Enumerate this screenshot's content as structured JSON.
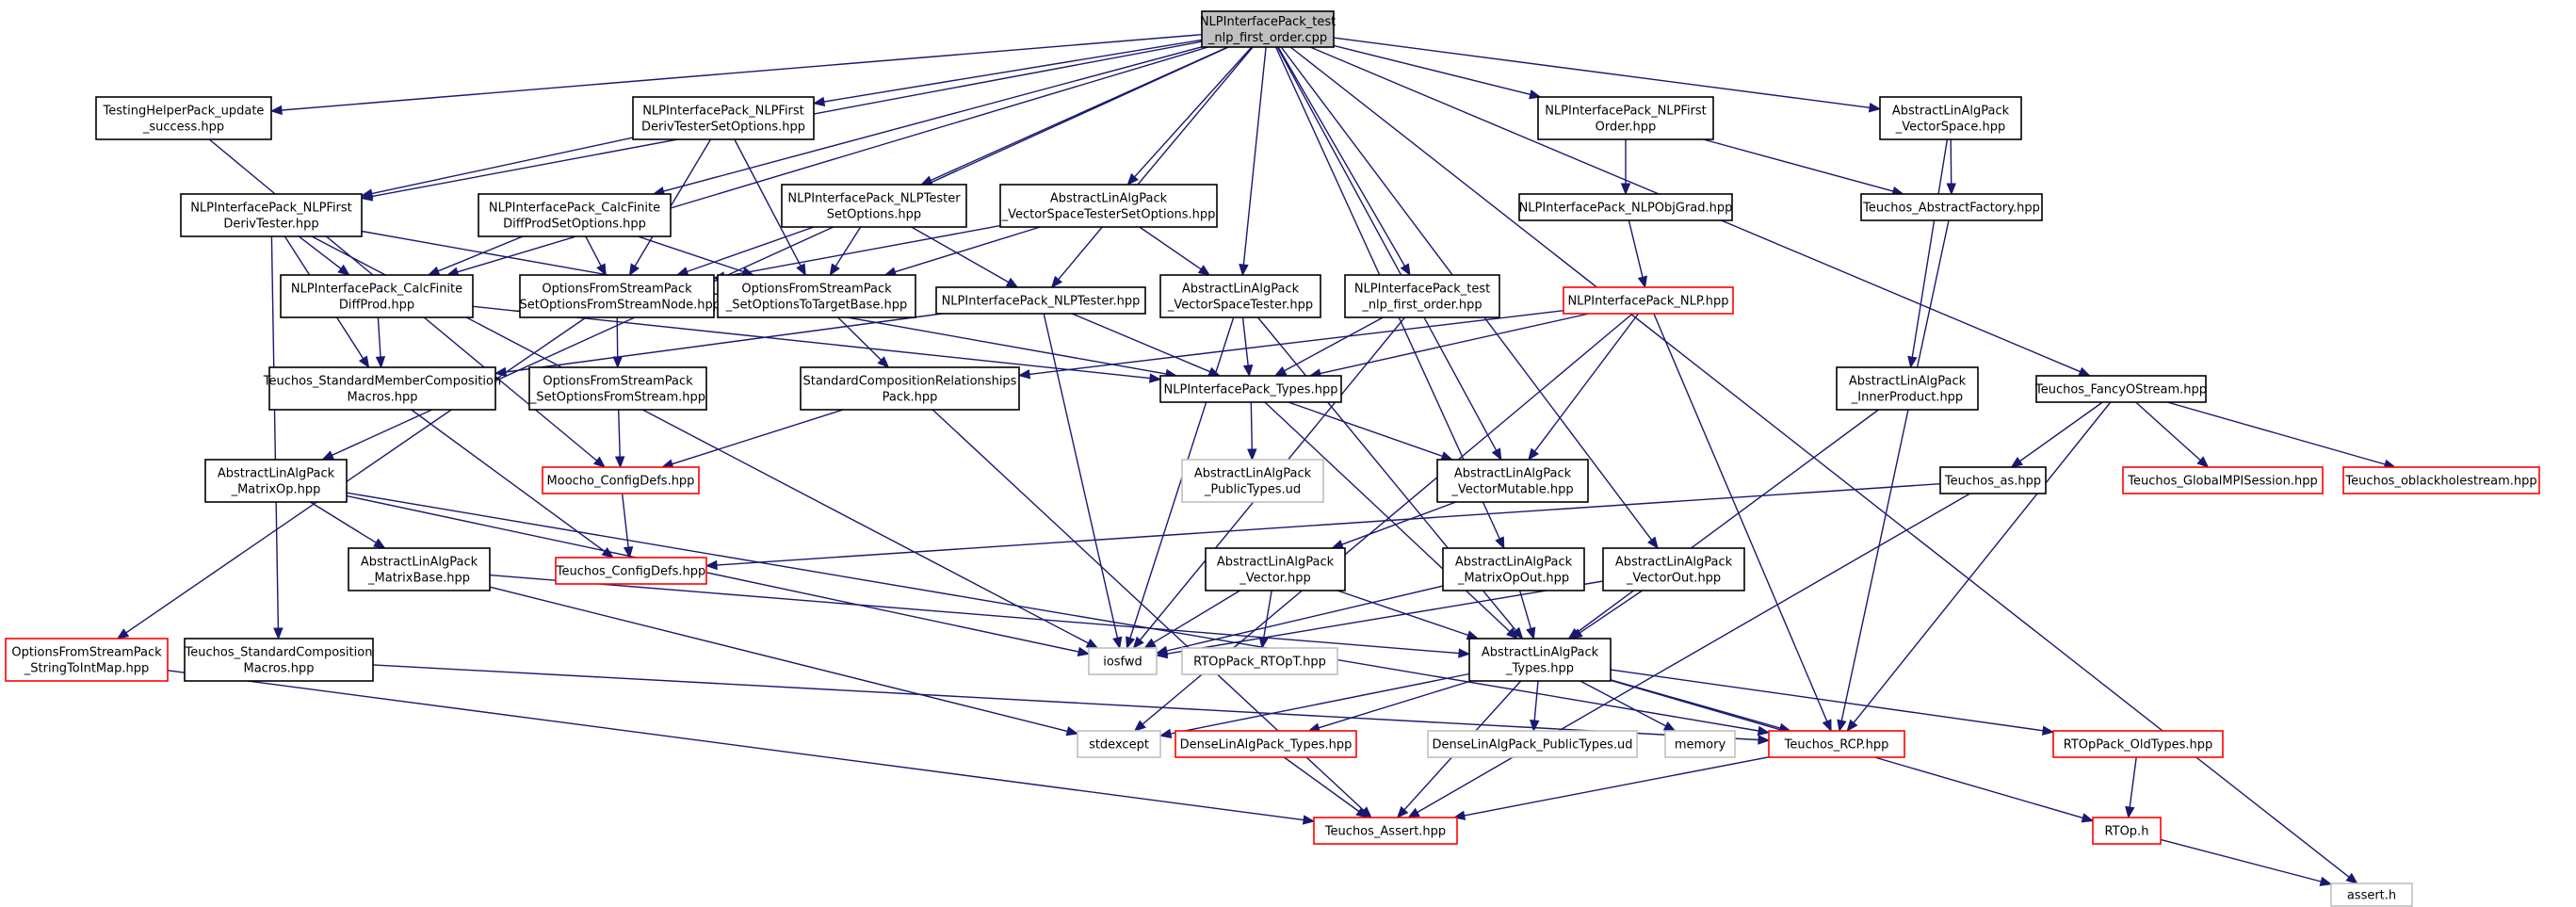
{
  "colors": {
    "edge": "#191970",
    "border_normal": "#000000",
    "border_incomplete": "#ff0000",
    "border_external": "#bfbfbf",
    "fill_root": "#bfbfbf",
    "fill_normal": "#ffffff"
  },
  "nodes": [
    {
      "id": "root",
      "kind": "root",
      "lines": [
        "NLPInterfacePack_test",
        "_nlp_first_order.cpp"
      ]
    },
    {
      "id": "testhelper",
      "kind": "normal",
      "lines": [
        "TestingHelperPack_update",
        "_success.hpp"
      ]
    },
    {
      "id": "firstdts",
      "kind": "normal",
      "lines": [
        "NLPInterfacePack_NLPFirst",
        "DerivTesterSetOptions.hpp"
      ]
    },
    {
      "id": "nlpfirstorder",
      "kind": "normal",
      "lines": [
        "NLPInterfacePack_NLPFirst",
        "Order.hpp"
      ]
    },
    {
      "id": "vecspace",
      "kind": "normal",
      "lines": [
        "AbstractLinAlgPack",
        "_VectorSpace.hpp"
      ]
    },
    {
      "id": "firstdt",
      "kind": "normal",
      "lines": [
        "NLPInterfacePack_NLPFirst",
        "DerivTester.hpp"
      ]
    },
    {
      "id": "calcfdpso",
      "kind": "normal",
      "lines": [
        "NLPInterfacePack_CalcFinite",
        "DiffProdSetOptions.hpp"
      ]
    },
    {
      "id": "nlptso",
      "kind": "normal",
      "lines": [
        "NLPInterfacePack_NLPTester",
        "SetOptions.hpp"
      ]
    },
    {
      "id": "vstso",
      "kind": "normal",
      "lines": [
        "AbstractLinAlgPack",
        "_VectorSpaceTesterSetOptions.hpp"
      ]
    },
    {
      "id": "objgrad",
      "kind": "normal",
      "lines": [
        "NLPInterfacePack_NLPObjGrad.hpp"
      ]
    },
    {
      "id": "absfactory",
      "kind": "normal",
      "lines": [
        "Teuchos_AbstractFactory.hpp"
      ]
    },
    {
      "id": "calcfdp",
      "kind": "normal",
      "lines": [
        "NLPInterfacePack_CalcFinite",
        "DiffProd.hpp"
      ]
    },
    {
      "id": "ofsnode",
      "kind": "normal",
      "lines": [
        "OptionsFromStreamPack",
        "_SetOptionsFromStreamNode.hpp"
      ]
    },
    {
      "id": "ofstarget",
      "kind": "normal",
      "lines": [
        "OptionsFromStreamPack",
        "_SetOptionsToTargetBase.hpp"
      ]
    },
    {
      "id": "nlptester",
      "kind": "normal",
      "lines": [
        "NLPInterfacePack_NLPTester.hpp"
      ]
    },
    {
      "id": "vstester",
      "kind": "normal",
      "lines": [
        "AbstractLinAlgPack",
        "_VectorSpaceTester.hpp"
      ]
    },
    {
      "id": "testnlpfo",
      "kind": "normal",
      "lines": [
        "NLPInterfacePack_test",
        "_nlp_first_order.hpp"
      ]
    },
    {
      "id": "nlp",
      "kind": "incomplete",
      "lines": [
        "NLPInterfacePack_NLP.hpp"
      ]
    },
    {
      "id": "stdmembercomp",
      "kind": "normal",
      "lines": [
        "Teuchos_StandardMemberComposition",
        "Macros.hpp"
      ]
    },
    {
      "id": "ofsstream",
      "kind": "normal",
      "lines": [
        "OptionsFromStreamPack",
        "_SetOptionsFromStream.hpp"
      ]
    },
    {
      "id": "stdcomprel",
      "kind": "normal",
      "lines": [
        "StandardCompositionRelationships",
        "Pack.hpp"
      ]
    },
    {
      "id": "nlptypes",
      "kind": "normal",
      "lines": [
        "NLPInterfacePack_Types.hpp"
      ]
    },
    {
      "id": "innerprod",
      "kind": "normal",
      "lines": [
        "AbstractLinAlgPack",
        "_InnerProduct.hpp"
      ]
    },
    {
      "id": "fancyostream",
      "kind": "normal",
      "lines": [
        "Teuchos_FancyOStream.hpp"
      ]
    },
    {
      "id": "matrixop",
      "kind": "normal",
      "lines": [
        "AbstractLinAlgPack",
        "_MatrixOp.hpp"
      ]
    },
    {
      "id": "moochoconfig",
      "kind": "incomplete",
      "lines": [
        "Moocho_ConfigDefs.hpp"
      ]
    },
    {
      "id": "publictypes",
      "kind": "external",
      "lines": [
        "AbstractLinAlgPack",
        "_PublicTypes.ud"
      ]
    },
    {
      "id": "vecmutable",
      "kind": "normal",
      "lines": [
        "AbstractLinAlgPack",
        "_VectorMutable.hpp"
      ]
    },
    {
      "id": "teuchosas",
      "kind": "normal",
      "lines": [
        "Teuchos_as.hpp"
      ]
    },
    {
      "id": "globalmpi",
      "kind": "incomplete",
      "lines": [
        "Teuchos_GlobalMPISession.hpp"
      ]
    },
    {
      "id": "oblackhole",
      "kind": "incomplete",
      "lines": [
        "Teuchos_oblackholestream.hpp"
      ]
    },
    {
      "id": "matrixbase",
      "kind": "normal",
      "lines": [
        "AbstractLinAlgPack",
        "_MatrixBase.hpp"
      ]
    },
    {
      "id": "teuchosconfig",
      "kind": "incomplete",
      "lines": [
        "Teuchos_ConfigDefs.hpp"
      ]
    },
    {
      "id": "vector",
      "kind": "normal",
      "lines": [
        "AbstractLinAlgPack",
        "_Vector.hpp"
      ]
    },
    {
      "id": "matrixopout",
      "kind": "normal",
      "lines": [
        "AbstractLinAlgPack",
        "_MatrixOpOut.hpp"
      ]
    },
    {
      "id": "vectorout",
      "kind": "normal",
      "lines": [
        "AbstractLinAlgPack",
        "_VectorOut.hpp"
      ]
    },
    {
      "id": "strtoint",
      "kind": "incomplete",
      "lines": [
        "OptionsFromStreamPack",
        "_StringToIntMap.hpp"
      ]
    },
    {
      "id": "stdcompmacros",
      "kind": "normal",
      "lines": [
        "Teuchos_StandardComposition",
        "Macros.hpp"
      ]
    },
    {
      "id": "iosfwd",
      "kind": "external",
      "lines": [
        "iosfwd"
      ]
    },
    {
      "id": "rtopt",
      "kind": "external",
      "lines": [
        "RTOpPack_RTOpT.hpp"
      ]
    },
    {
      "id": "alatypes",
      "kind": "normal",
      "lines": [
        "AbstractLinAlgPack",
        "_Types.hpp"
      ]
    },
    {
      "id": "stdexcept",
      "kind": "external",
      "lines": [
        "stdexcept"
      ]
    },
    {
      "id": "denselatypes",
      "kind": "incomplete",
      "lines": [
        "DenseLinAlgPack_Types.hpp"
      ]
    },
    {
      "id": "densepublic",
      "kind": "external",
      "lines": [
        "DenseLinAlgPack_PublicTypes.ud"
      ]
    },
    {
      "id": "memory",
      "kind": "external",
      "lines": [
        "memory"
      ]
    },
    {
      "id": "rcp",
      "kind": "incomplete",
      "lines": [
        "Teuchos_RCP.hpp"
      ]
    },
    {
      "id": "oldtypes",
      "kind": "incomplete",
      "lines": [
        "RTOpPack_OldTypes.hpp"
      ]
    },
    {
      "id": "tassert",
      "kind": "incomplete",
      "lines": [
        "Teuchos_Assert.hpp"
      ]
    },
    {
      "id": "rtoph",
      "kind": "incomplete",
      "lines": [
        "RTOp.h"
      ]
    },
    {
      "id": "asserth",
      "kind": "external",
      "lines": [
        "assert.h"
      ]
    }
  ],
  "edges": [
    [
      "root",
      "testhelper"
    ],
    [
      "root",
      "firstdts"
    ],
    [
      "root",
      "nlpfirstorder"
    ],
    [
      "root",
      "vecspace"
    ],
    [
      "root",
      "firstdt"
    ],
    [
      "root",
      "calcfdpso"
    ],
    [
      "root",
      "nlptso"
    ],
    [
      "root",
      "vstso"
    ],
    [
      "root",
      "calcfdp"
    ],
    [
      "root",
      "nlptester"
    ],
    [
      "root",
      "vstester"
    ],
    [
      "root",
      "testnlpfo"
    ],
    [
      "root",
      "vecmutable"
    ],
    [
      "root",
      "matrixop"
    ],
    [
      "root",
      "matrixopout"
    ],
    [
      "root",
      "vectorout"
    ],
    [
      "root",
      "fancyostream"
    ],
    [
      "root",
      "asserth"
    ],
    [
      "testhelper",
      "moochoconfig"
    ],
    [
      "firstdts",
      "firstdt"
    ],
    [
      "firstdts",
      "ofsnode"
    ],
    [
      "firstdts",
      "ofstarget"
    ],
    [
      "nlpfirstorder",
      "objgrad"
    ],
    [
      "nlpfirstorder",
      "absfactory"
    ],
    [
      "vecspace",
      "absfactory"
    ],
    [
      "vecspace",
      "innerprod"
    ],
    [
      "firstdt",
      "calcfdp"
    ],
    [
      "firstdt",
      "stdmembercomp"
    ],
    [
      "firstdt",
      "nlptypes"
    ],
    [
      "firstdt",
      "iosfwd"
    ],
    [
      "firstdt",
      "stdcompmacros"
    ],
    [
      "calcfdpso",
      "calcfdp"
    ],
    [
      "calcfdpso",
      "ofsnode"
    ],
    [
      "calcfdpso",
      "ofstarget"
    ],
    [
      "nlptso",
      "nlptester"
    ],
    [
      "nlptso",
      "ofsnode"
    ],
    [
      "nlptso",
      "ofstarget"
    ],
    [
      "vstso",
      "vstester"
    ],
    [
      "vstso",
      "ofsnode"
    ],
    [
      "vstso",
      "ofstarget"
    ],
    [
      "objgrad",
      "nlp"
    ],
    [
      "absfactory",
      "rcp"
    ],
    [
      "calcfdp",
      "stdmembercomp"
    ],
    [
      "calcfdp",
      "nlptypes"
    ],
    [
      "ofsnode",
      "ofsstream"
    ],
    [
      "ofsnode",
      "strtoint"
    ],
    [
      "ofstarget",
      "stdcomprel"
    ],
    [
      "nlptester",
      "nlptypes"
    ],
    [
      "nlptester",
      "iosfwd"
    ],
    [
      "nlptester",
      "stdmembercomp"
    ],
    [
      "vstester",
      "nlptypes"
    ],
    [
      "vstester",
      "iosfwd"
    ],
    [
      "vstester",
      "alatypes"
    ],
    [
      "testnlpfo",
      "nlptypes"
    ],
    [
      "testnlpfo",
      "iosfwd"
    ],
    [
      "nlp",
      "nlptypes"
    ],
    [
      "nlp",
      "stdcomprel"
    ],
    [
      "nlp",
      "vecmutable"
    ],
    [
      "nlp",
      "rcp"
    ],
    [
      "nlp",
      "stdexcept"
    ],
    [
      "stdmembercomp",
      "teuchosconfig"
    ],
    [
      "ofsstream",
      "moochoconfig"
    ],
    [
      "stdcomprel",
      "moochoconfig"
    ],
    [
      "stdcomprel",
      "tassert"
    ],
    [
      "nlptypes",
      "publictypes"
    ],
    [
      "nlptypes",
      "vecmutable"
    ],
    [
      "nlptypes",
      "alatypes"
    ],
    [
      "innerprod",
      "alatypes"
    ],
    [
      "fancyostream",
      "teuchosas"
    ],
    [
      "fancyostream",
      "globalmpi"
    ],
    [
      "fancyostream",
      "oblackhole"
    ],
    [
      "fancyostream",
      "rcp"
    ],
    [
      "matrixop",
      "matrixbase"
    ],
    [
      "matrixop",
      "iosfwd"
    ],
    [
      "matrixop",
      "rcp"
    ],
    [
      "moochoconfig",
      "teuchosconfig"
    ],
    [
      "vecmutable",
      "vector"
    ],
    [
      "teuchosas",
      "teuchosconfig"
    ],
    [
      "teuchosas",
      "tassert"
    ],
    [
      "matrixbase",
      "alatypes"
    ],
    [
      "matrixbase",
      "stdexcept"
    ],
    [
      "vector",
      "iosfwd"
    ],
    [
      "vector",
      "rtopt"
    ],
    [
      "vector",
      "alatypes"
    ],
    [
      "matrixopout",
      "iosfwd"
    ],
    [
      "matrixopout",
      "alatypes"
    ],
    [
      "vectorout",
      "iosfwd"
    ],
    [
      "vectorout",
      "alatypes"
    ],
    [
      "strtoint",
      "tassert"
    ],
    [
      "stdcompmacros",
      "rcp"
    ],
    [
      "alatypes",
      "stdexcept"
    ],
    [
      "alatypes",
      "denselatypes"
    ],
    [
      "alatypes",
      "densepublic"
    ],
    [
      "alatypes",
      "memory"
    ],
    [
      "alatypes",
      "rcp"
    ],
    [
      "alatypes",
      "oldtypes"
    ],
    [
      "alatypes",
      "tassert"
    ],
    [
      "alatypes",
      "rtoph"
    ],
    [
      "denselatypes",
      "tassert"
    ],
    [
      "rcp",
      "tassert"
    ],
    [
      "oldtypes",
      "rtoph"
    ],
    [
      "rtoph",
      "asserth"
    ]
  ]
}
